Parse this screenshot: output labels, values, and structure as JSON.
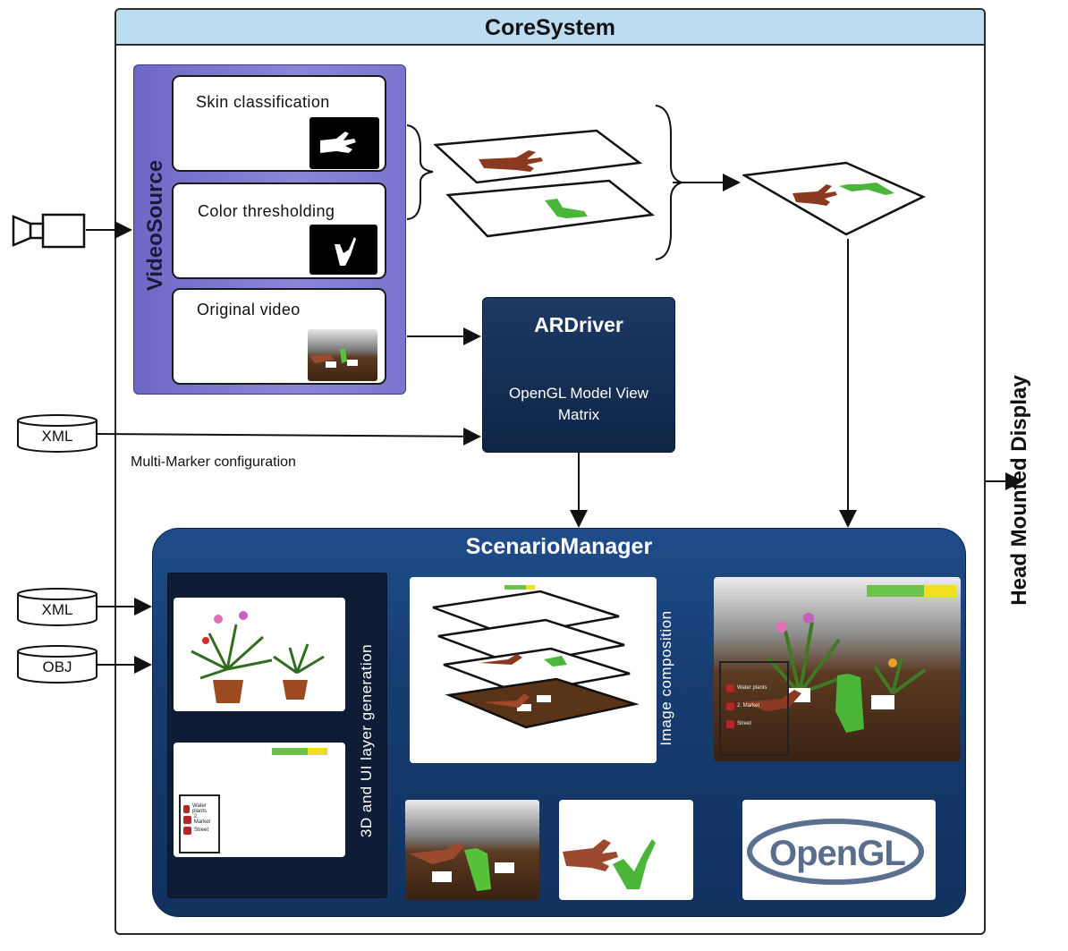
{
  "core_system": {
    "title": "CoreSystem"
  },
  "video_source": {
    "title": "VideoSource",
    "panels": [
      {
        "label": "Skin classification"
      },
      {
        "label": "Color thresholding"
      },
      {
        "label": "Original video"
      }
    ]
  },
  "ar_driver": {
    "title": "ARDriver",
    "matrix_label": "OpenGL Model View Matrix"
  },
  "inputs": {
    "xml_marker": "XML",
    "marker_caption": "Multi-Marker configuration",
    "xml_scenario": "XML",
    "obj_scenario": "OBJ"
  },
  "scenario_manager": {
    "title": "ScenarioManager",
    "layer_generation_label": "3D and UI layer generation",
    "image_composition_label": "Image composition",
    "ui_menu": [
      "Water plants",
      "2. Market",
      "Street"
    ],
    "opengl_logo": "OpenGL"
  },
  "output": {
    "label": "Head Mounted Display"
  },
  "colors": {
    "header_bg": "#bcdcf2",
    "video_source_bg": "#7a75cf",
    "ar_driver_bg": "#16305a",
    "scenario_bg": "#183f75",
    "hud_green": "#6cc24a",
    "hud_yellow": "#f0e020"
  }
}
